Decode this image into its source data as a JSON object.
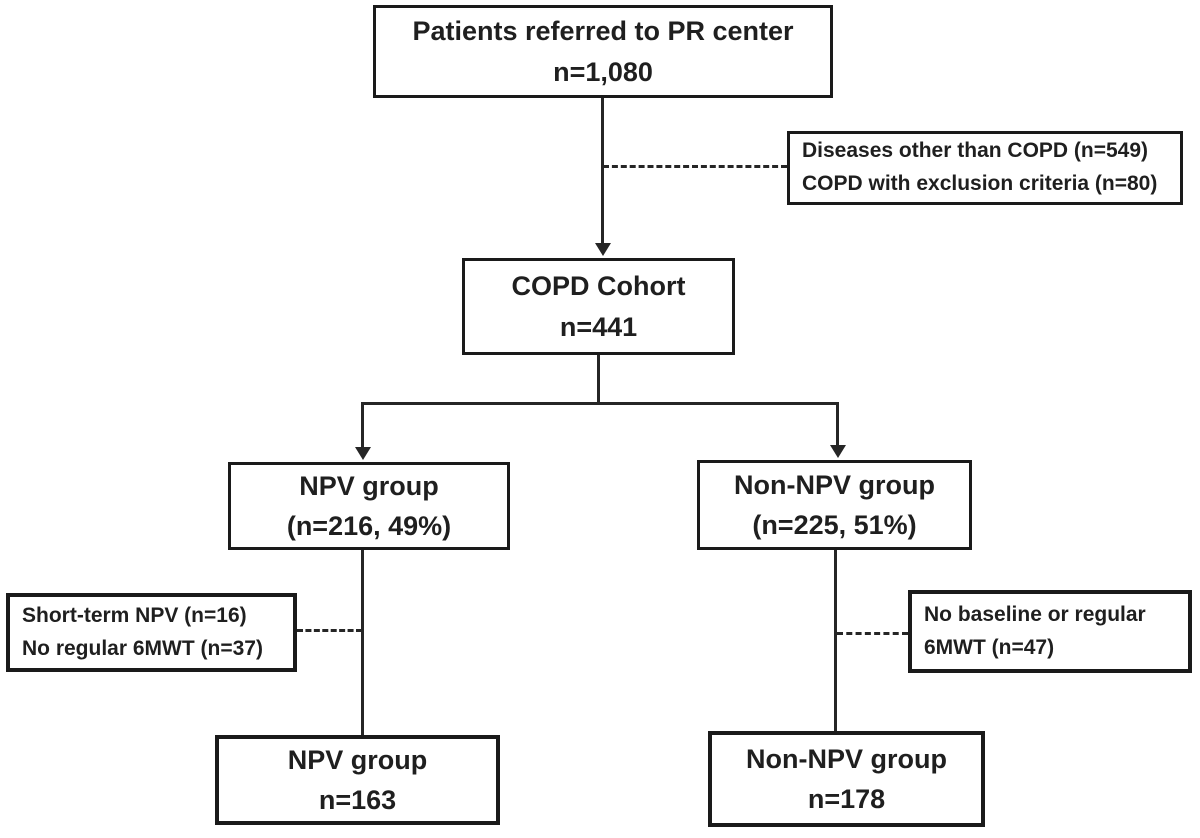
{
  "diagram": {
    "type": "patient-flow-chart",
    "colors": {
      "background": "#ffffff",
      "box_border": "#1a1a1a",
      "text": "#1f1f1f",
      "line": "#262626"
    },
    "boxes": {
      "referred": {
        "line1": "Patients referred to PR center",
        "line2": "n=1,080"
      },
      "excluded_top": {
        "line1": "Diseases other than COPD (n=549)",
        "line2": "COPD with exclusion criteria (n=80)"
      },
      "copd_cohort": {
        "line1": "COPD Cohort",
        "line2": "n=441"
      },
      "npv_group": {
        "line1": "NPV group",
        "line2": "(n=216, 49%)"
      },
      "non_npv_group": {
        "line1": "Non-NPV group",
        "line2": "(n=225, 51%)"
      },
      "excluded_npv": {
        "line1": "Short-term NPV (n=16)",
        "line2": "No regular 6MWT (n=37)"
      },
      "excluded_non_npv": {
        "line1": "No baseline or regular",
        "line2": "6MWT (n=47)"
      },
      "npv_final": {
        "line1": "NPV group",
        "line2": "n=163"
      },
      "non_npv_final": {
        "line1": "Non-NPV group",
        "line2": "n=178"
      }
    }
  }
}
